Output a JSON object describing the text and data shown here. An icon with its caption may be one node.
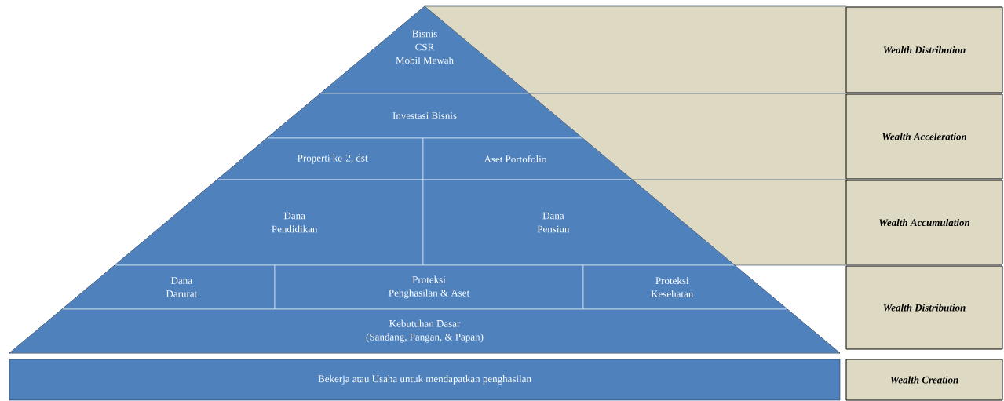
{
  "diagram": {
    "nodes": [
      {
        "text": [
          "Bisnis",
          "CSR",
          "Mobil Mewah"
        ]
      },
      {
        "text": [
          "Wealth Distribution"
        ]
      },
      {
        "text": [
          "Investasi Bisnis"
        ]
      },
      {
        "text": [
          "Properti ke-2, dst"
        ]
      },
      {
        "text": [
          "Aset Portofolio"
        ]
      },
      {
        "text": [
          "Wealth Acceleration"
        ]
      },
      {
        "text": [
          "Dana Pendidikan"
        ]
      },
      {
        "text": [
          "Dana Pensiun"
        ]
      },
      {
        "text": [
          "Wealth Accumulation"
        ]
      },
      {
        "text": [
          "Dana Darurat"
        ]
      },
      {
        "text": [
          "Proteksi",
          "Penghasilan & Aset"
        ]
      },
      {
        "text": [
          "Proteksi",
          "Kesehatan"
        ]
      },
      {
        "text": [
          "Kebutuhan Dasar",
          "(Sandang, Pangan, & Papan)"
        ]
      },
      {
        "text": [
          "Wealth Distribution"
        ]
      },
      {
        "text": [
          "Bekerja atau Usaha untuk mendapatkan penghasilan"
        ]
      },
      {
        "text": [
          "Wealth Creation"
        ]
      }
    ]
  }
}
